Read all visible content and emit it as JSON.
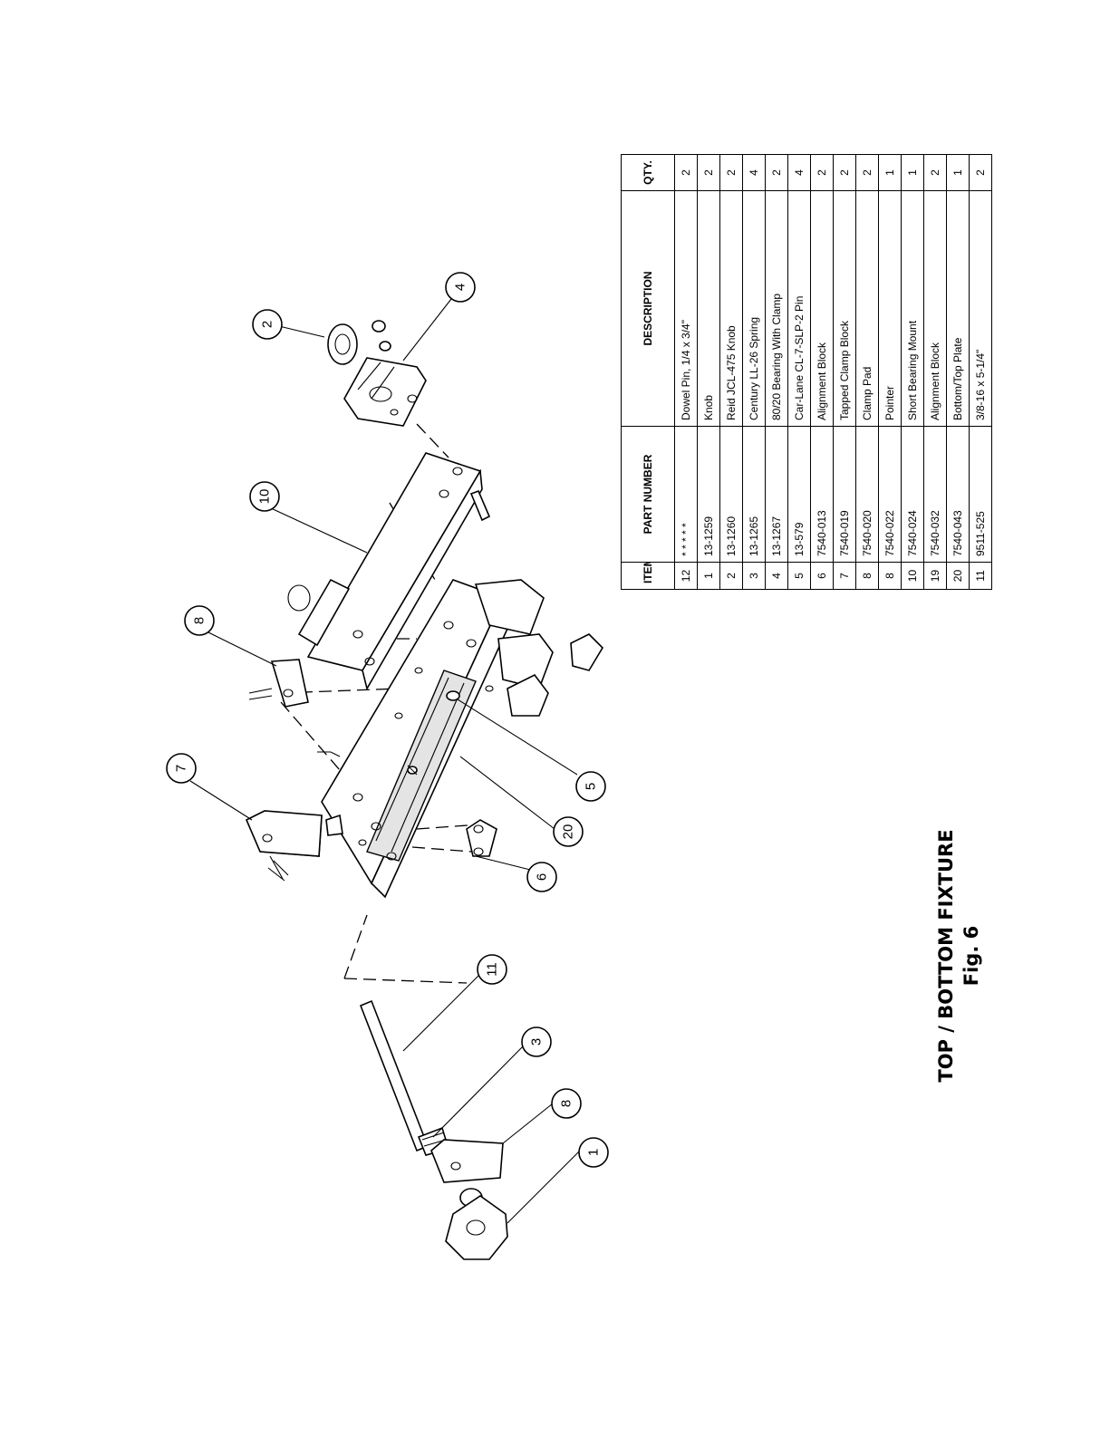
{
  "figure": {
    "title": "TOP / BOTTOM FIXTURE",
    "subtitle": "Fig. 6"
  },
  "table": {
    "headers": {
      "item": "ITEM",
      "part": "PART NUMBER",
      "desc": "DESCRIPTION",
      "qty": "QTY."
    },
    "rows": [
      {
        "item": "12",
        "part": "* * * * *",
        "desc": "Dowel Pin, 1/4 x 3/4\"",
        "qty": "2"
      },
      {
        "item": "1",
        "part": "13-1259",
        "desc": "Knob",
        "qty": "2"
      },
      {
        "item": "2",
        "part": "13-1260",
        "desc": "Reid JCL-475 Knob",
        "qty": "2"
      },
      {
        "item": "3",
        "part": "13-1265",
        "desc": "Century LL-26 Spring",
        "qty": "4"
      },
      {
        "item": "4",
        "part": "13-1267",
        "desc": "80/20 Bearing With Clamp",
        "qty": "2"
      },
      {
        "item": "5",
        "part": "13-579",
        "desc": "Car-Lane CL-7-SLP-2 Pin",
        "qty": "4"
      },
      {
        "item": "6",
        "part": "7540-013",
        "desc": "Alignment Block",
        "qty": "2"
      },
      {
        "item": "7",
        "part": "7540-019",
        "desc": "Tapped Clamp Block",
        "qty": "2"
      },
      {
        "item": "8",
        "part": "7540-020",
        "desc": "Clamp Pad",
        "qty": "2"
      },
      {
        "item": "8",
        "part": "7540-022",
        "desc": "Pointer",
        "qty": "1"
      },
      {
        "item": "10",
        "part": "7540-024",
        "desc": "Short Bearing Mount",
        "qty": "1"
      },
      {
        "item": "19",
        "part": "7540-032",
        "desc": "Alignment Block",
        "qty": "2"
      },
      {
        "item": "20",
        "part": "7540-043",
        "desc": "Bottom/Top Plate",
        "qty": "1"
      },
      {
        "item": "11",
        "part": "9511-525",
        "desc": "3/8-16  x 5-1/4\"",
        "qty": "2"
      }
    ]
  },
  "callouts": {
    "c1": "1",
    "c2": "2",
    "c3": "3",
    "c4": "4",
    "c5": "5",
    "c6": "6",
    "c7": "7",
    "c8a": "8",
    "c8b": "8",
    "c10": "10",
    "c11": "11",
    "c20": "20"
  }
}
